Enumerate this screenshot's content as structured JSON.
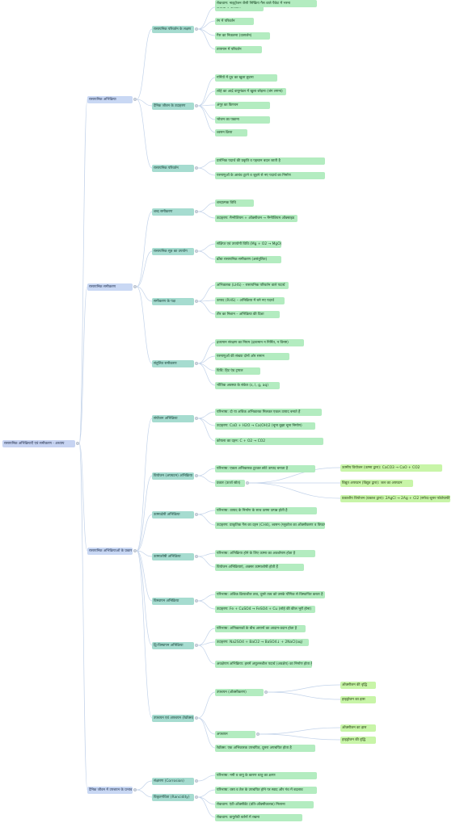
{
  "colors": {
    "root_bg": "#c7d4f2",
    "l1_bg": "#c9d8f4",
    "l2_bg": "#a6dcd0",
    "l3_bg": "#b3ecc0",
    "l4_bg": "#c8f5a8",
    "edge": "#c3d3ea"
  },
  "root": "रासायनिक अभिक्रियाएँ एवं समीकरण - अध्याय",
  "topics": [
    {
      "label": "रासायनिक अभिक्रिया",
      "children": [
        {
          "label": "रासायनिक परिवर्तन के लक्षण",
          "children": [
            {
              "label": "अवस्था में परिवर्तन"
            },
            {
              "label": "रंग में परिवर्तन"
            },
            {
              "label": "गैस का निकलना (उत्सर्जन)"
            },
            {
              "label": "तापमान में परिवर्तन"
            }
          ]
        },
        {
          "label": "दैनिक जीवन के उदाहरण",
          "children": [
            {
              "label": "गर्मियों में दूध का खुला छूटना"
            },
            {
              "label": "लोहे का आर्द्र वायुमंडल में खुला छोड़ना (जंग लगना)"
            },
            {
              "label": "अंगूर का किण्वन"
            },
            {
              "label": "भोजन का पकाना"
            },
            {
              "label": "श्वसन क्रिया"
            }
          ]
        },
        {
          "label": "रासायनिक परिवर्तन",
          "children": [
            {
              "label": "प्रारंभिक पदार्थ की प्रकृति व पहचान बदल जाती है"
            },
            {
              "label": "परमाणुओं के आबंध टूटने व जुड़ने से नए पदार्थ का निर्माण"
            }
          ]
        }
      ]
    },
    {
      "label": "रासायनिक समीकरण",
      "children": [
        {
          "label": "शब्द समीकरण",
          "children": [
            {
              "label": "शब्दात्मक विधि"
            },
            {
              "label": "उदाहरण: मैग्नीशियम + ऑक्सीजन → मैग्नीशियम ऑक्साइड"
            }
          ]
        },
        {
          "label": "रासायनिक सूत्र का उपयोग",
          "children": [
            {
              "label": "संक्षिप्त एवं उपयोगी विधि (Mg + O2 → MgO)"
            },
            {
              "label": "ढाँचा रासायनिक समीकरण (असंतुलित)"
            }
          ]
        },
        {
          "label": "समीकरण के पक्ष",
          "children": [
            {
              "label": "अभिकारक (LHS) – रासायनिक परिवर्तन वाले पदार्थ"
            },
            {
              "label": "उत्पाद (RHS) – अभिक्रिया में बने नए पदार्थ"
            },
            {
              "label": "तीर का निशान – अभिक्रिया की दिशा"
            }
          ]
        },
        {
          "label": "संतुलित समीकरण",
          "children": [
            {
              "label": "द्रव्यमान संरक्षण का नियम (द्रव्यमान न निर्मित, न विनष्ट)"
            },
            {
              "label": "परमाणुओं की संख्या दोनों ओर समान"
            },
            {
              "label": "विधि: हिट एंड ट्रायल"
            },
            {
              "label": "भौतिक अवस्था के संकेत (s, l, g, aq)"
            }
          ]
        }
      ]
    },
    {
      "label": "रासायनिक अभिक्रियाओं के प्रकार",
      "children": [
        {
          "label": "संयोजन अभिक्रिया",
          "children": [
            {
              "label": "परिभाषा: दो या अधिक अभिकारक मिलकर एकल उत्पाद बनाते हैं"
            },
            {
              "label": "उदाहरण: CaO + H2O → Ca(OH)2 (चूना बुझा चूना निर्माण)"
            },
            {
              "label": "कोयला का दहन: C + O2 → CO2"
            }
          ]
        },
        {
          "label": "वियोजन (अपघटन) अभिक्रिया",
          "children": [
            {
              "label": "परिभाषा: एकल अभिकारक टूटकर छोटे उत्पाद बनाता है"
            },
            {
              "label": "प्रकार (ऊर्जा स्रोत)",
              "children": [
                {
                  "label": "ऊष्मीय वियोजन (ऊष्मा द्वारा): CaCO3 → CaO + CO2"
                },
                {
                  "label": "विद्युत अपघटन (विद्युत द्वारा): जल का अपघटन"
                },
                {
                  "label": "प्रकाशीय वियोजन (प्रकाश द्वारा): 2AgCl → 2Ag + Cl2 (सफेद-धूसर फोटोग्राफी)"
                }
              ]
            }
          ]
        },
        {
          "label": "ऊष्माक्षेपी अभिक्रिया",
          "children": [
            {
              "label": "परिभाषा: उत्पाद के निर्माण के साथ ऊष्मा उत्पन्न होती है"
            },
            {
              "label": "उदाहरण: प्राकृतिक गैस का दहन (CH4), श्वसन (ग्लूकोज का ऑक्सीकरण व विघटन)"
            }
          ]
        },
        {
          "label": "ऊष्माशोषी अभिक्रिया",
          "children": [
            {
              "label": "परिभाषा: अभिक्रिया होने के लिए ऊष्मा का अवशोषण होता है"
            },
            {
              "label": "वियोजन अभिक्रियाएं, अक्सर ऊष्माशोषी होती हैं"
            }
          ]
        },
        {
          "label": "विस्थापन अभिक्रिया",
          "children": [
            {
              "label": "परिभाषा: अधिक क्रियाशील तत्व, दूसरे तत्व को उसके यौगिक से विस्थापित करता है"
            },
            {
              "label": "उदाहरण: Fe + CuSO4 → FeSO4 + Cu (लोहे की कील भूरी होना)"
            }
          ]
        },
        {
          "label": "द्वि-विस्थापन अभिक्रिया",
          "children": [
            {
              "label": "परिभाषा: अभिकारकों के बीच आयनों का आदान-प्रदान होता है"
            },
            {
              "label": "उदाहरण: Na2SO4 + BaCl2 → BaSO4↓ + 2NaCl(aq)"
            },
            {
              "label": "अवक्षेपण अभिक्रिया: इसमें अघुलनशील पदार्थ (अवक्षेप) का निर्माण होता है"
            }
          ]
        },
        {
          "label": "उपचयन एवं अपचयन (रेडॉक्स)",
          "children": [
            {
              "label": "उपचयन (ऑक्सीकरण)",
              "children": [
                {
                  "label": "ऑक्सीजन की वृद्धि"
                },
                {
                  "label": "हाइड्रोजन का ह्रास"
                }
              ]
            },
            {
              "label": "अपचयन",
              "children": [
                {
                  "label": "ऑक्सीजन का ह्रास"
                },
                {
                  "label": "हाइड्रोजन की वृद्धि"
                }
              ]
            },
            {
              "label": "रेडॉक्स: एक अभिकारक उपचयित, दूसरा अपचयित होता है"
            }
          ]
        }
      ]
    },
    {
      "label": "दैनिक जीवन में उपचयन के प्रभाव",
      "children": [
        {
          "label": "संक्षारण (Corrosion)",
          "children": [
            {
              "label": "परिभाषा: नमी व वायु के कारण धातु का क्षरण"
            }
          ]
        },
        {
          "label": "विकृतगंधिता (Rancidity)",
          "children": [
            {
              "label": "परिभाषा: वसा व तेल के उपचयित होने पर स्वाद और गंध में बदलाव"
            },
            {
              "label": "रोकथाम: एंटी-ऑक्सीडेंट (प्रति-ऑक्सीकारक) मिलाना"
            },
            {
              "label": "रोकथाम: वायुरोधी बर्तनों में रखना"
            },
            {
              "label": "रोकथाम: नाइट्रोजन जैसी निष्क्रिय गैस वाले पैकेट में भरना"
            }
          ]
        }
      ]
    }
  ]
}
